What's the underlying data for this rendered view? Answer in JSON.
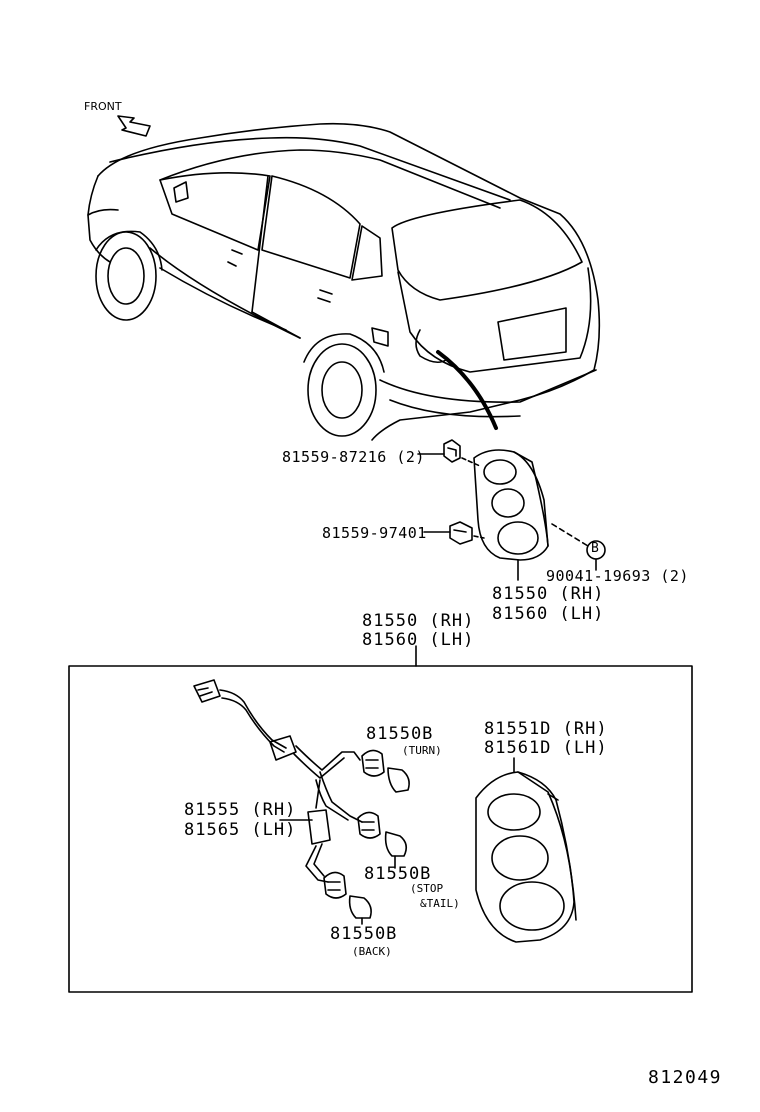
{
  "direction": {
    "front_label": "FRONT"
  },
  "callouts": {
    "clip_upper": "81559-87216 (2)",
    "clip_lower": "81559-97401",
    "ref_marker": "B",
    "screw": "90041-19693 (2)",
    "lamp_assy_rh": "81550 (RH)",
    "lamp_assy_lh": "81560 (LH)",
    "box_title_rh": "81550 (RH)",
    "box_title_lh": "81560 (LH)",
    "socket_turn": "81550B",
    "socket_turn_note": "(TURN)",
    "lens_rh": "81551D (RH)",
    "lens_lh": "81561D (LH)",
    "wiring_rh": "81555 (RH)",
    "wiring_lh": "81565 (LH)",
    "socket_stop": "81550B",
    "socket_stop_note1": "(STOP",
    "socket_stop_note2": "&TAIL)",
    "socket_back": "81550B",
    "socket_back_note": "(BACK)"
  },
  "figure_number": "812049"
}
